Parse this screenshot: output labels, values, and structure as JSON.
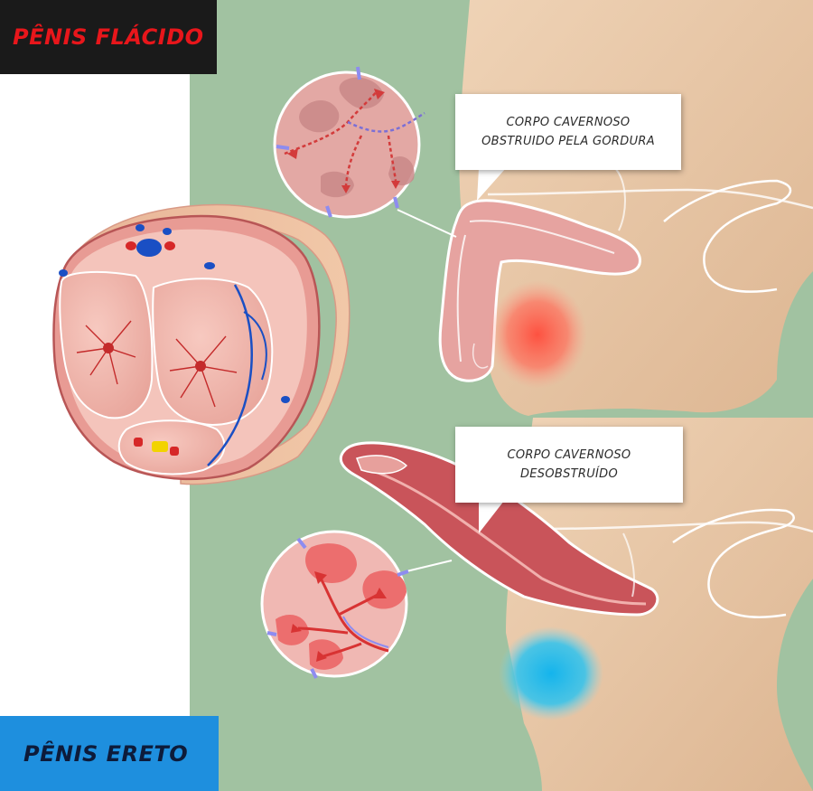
{
  "labels": {
    "flacido": "PÊNIS FLÁCIDO",
    "ereto": "PÊNIS ERETO"
  },
  "callouts": {
    "obstruido": {
      "line1": "CORPO CAVERNOSO",
      "line2": "OBSTRUIDO PELA GORDURA"
    },
    "desobstruido": {
      "line1": "CORPO CAVERNOSO",
      "line2": "DESOBSTRUÍDO"
    }
  },
  "colors": {
    "background_green": "#a1c2a1",
    "skin": "#e8c7a7",
    "tissue_pink": "#f0b3ab",
    "flaccid_organ": "#e6a3a0",
    "erect_organ": "#c9545a",
    "red_highlight": "#ff4b3b",
    "blue_highlight": "#1fb8e8",
    "label_black": "#1a1a1a",
    "label_blue": "#1e8fde",
    "label_red_text": "#e8161b"
  }
}
